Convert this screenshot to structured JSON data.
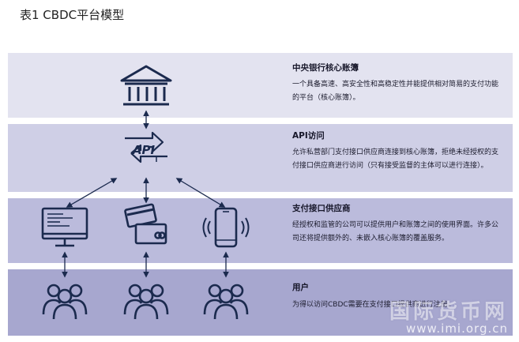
{
  "title": "表1 CBDC平台模型",
  "layers": [
    {
      "heading": "中央银行核心账簿",
      "description": "一个具备高速、高安全性和高稳定性并能提供相对简易的支付功能的平台（核心账簿）。"
    },
    {
      "heading": "API访问",
      "description": "允许私营部门支付接口供应商连接到核心账簿，拒绝未经授权的支付接口供应商进行访问（只有接受监督的主体可以进行连接）。"
    },
    {
      "heading": "支付接口供应商",
      "description": "经授权和监管的公司可以提供用户和账簿之间的使用界面。许多公司还将提供额外的、未嵌入核心账簿的覆盖服务。"
    },
    {
      "heading": "用户",
      "description": "为得以访问CBDC需要在支付接口提供商进行注册。"
    }
  ],
  "api_icon_label": "API",
  "icons": {
    "bank": "bank-building-icon",
    "api": "api-exchange-icon",
    "monitor": "monitor-icon",
    "cards": "payment-cards-icon",
    "phone": "mobile-phone-icon",
    "users": "user-group-icon"
  },
  "watermark": {
    "brand": "国际货币网",
    "url": "www.imi.org.cn"
  },
  "colors": {
    "icon": "#1b2a4e",
    "band_top": "#e3e3f0",
    "band_2": "#cfcfe6",
    "band_3": "#bbbbdc",
    "band_bottom": "#a7a7cf"
  }
}
